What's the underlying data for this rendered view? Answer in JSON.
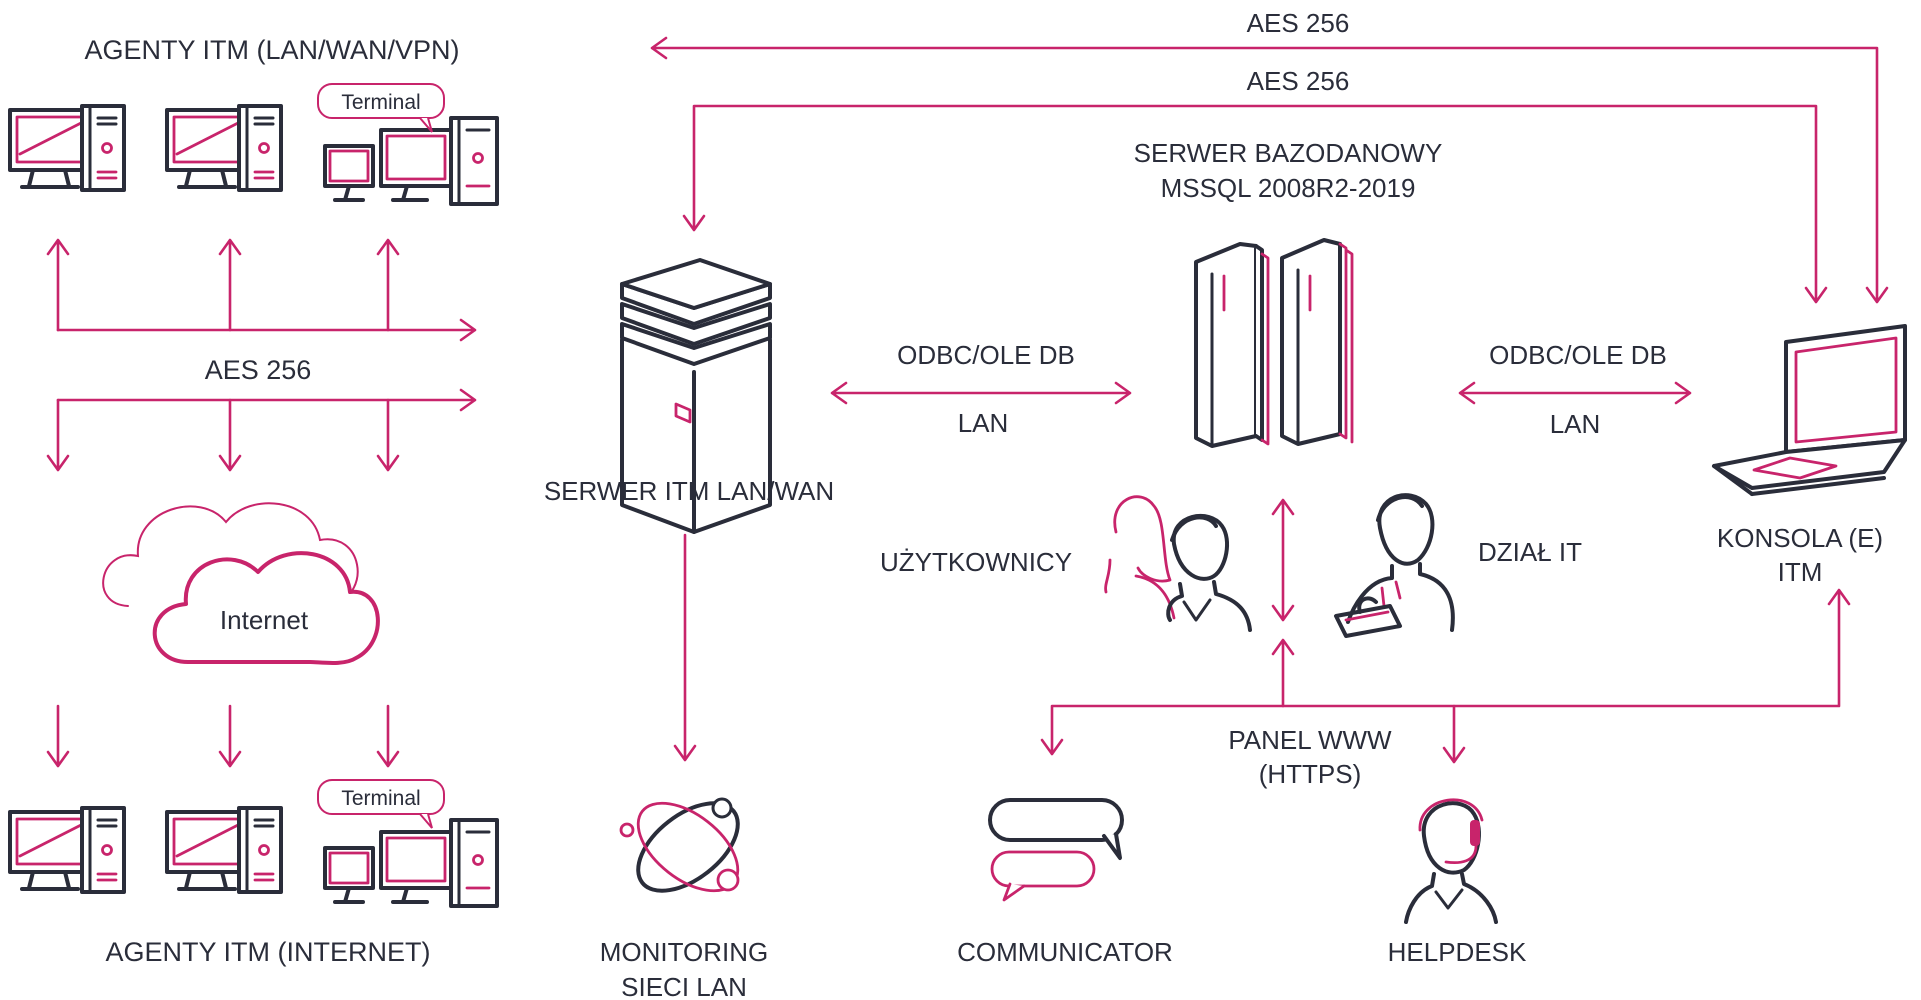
{
  "colors": {
    "accent": "#c8246b",
    "ink": "#2a2d3a",
    "background": "#ffffff"
  },
  "labels": {
    "agents_lan": "AGENTY ITM (LAN/WAN/VPN)",
    "agents_internet": "AGENTY ITM (INTERNET)",
    "terminal_top": "Terminal",
    "terminal_bottom": "Terminal",
    "aes_top_1": "AES 256",
    "aes_top_2": "AES 256",
    "aes_agents": "AES 256",
    "internet": "Internet",
    "db_server_line1": "SERWER BAZODANOWY",
    "db_server_line2": "MSSQL 2008R2-2019",
    "itm_server": "SERWER ITM LAN/WAN",
    "odbc_left": "ODBC/OLE DB",
    "lan_left": "LAN",
    "odbc_right": "ODBC/OLE DB",
    "lan_right": "LAN",
    "console_line1": "KONSOLA (E)",
    "console_line2": "ITM",
    "users": "UŻYTKOWNICY",
    "it_dept": "DZIAŁ IT",
    "panel_line1": "PANEL WWW",
    "panel_line2": "(HTTPS)",
    "monitoring_line1": "MONITORING",
    "monitoring_line2": "SIECI LAN",
    "communicator": "COMMUNICATOR",
    "helpdesk": "HELPDESK"
  },
  "icons": [
    "desktop-computer-icon",
    "terminal-workstation-icon",
    "cloud-icon",
    "server-tower-icon",
    "database-server-icon",
    "laptop-icon",
    "users-icon",
    "it-worker-icon",
    "network-orbit-icon",
    "chat-bubbles-icon",
    "headset-agent-icon"
  ]
}
